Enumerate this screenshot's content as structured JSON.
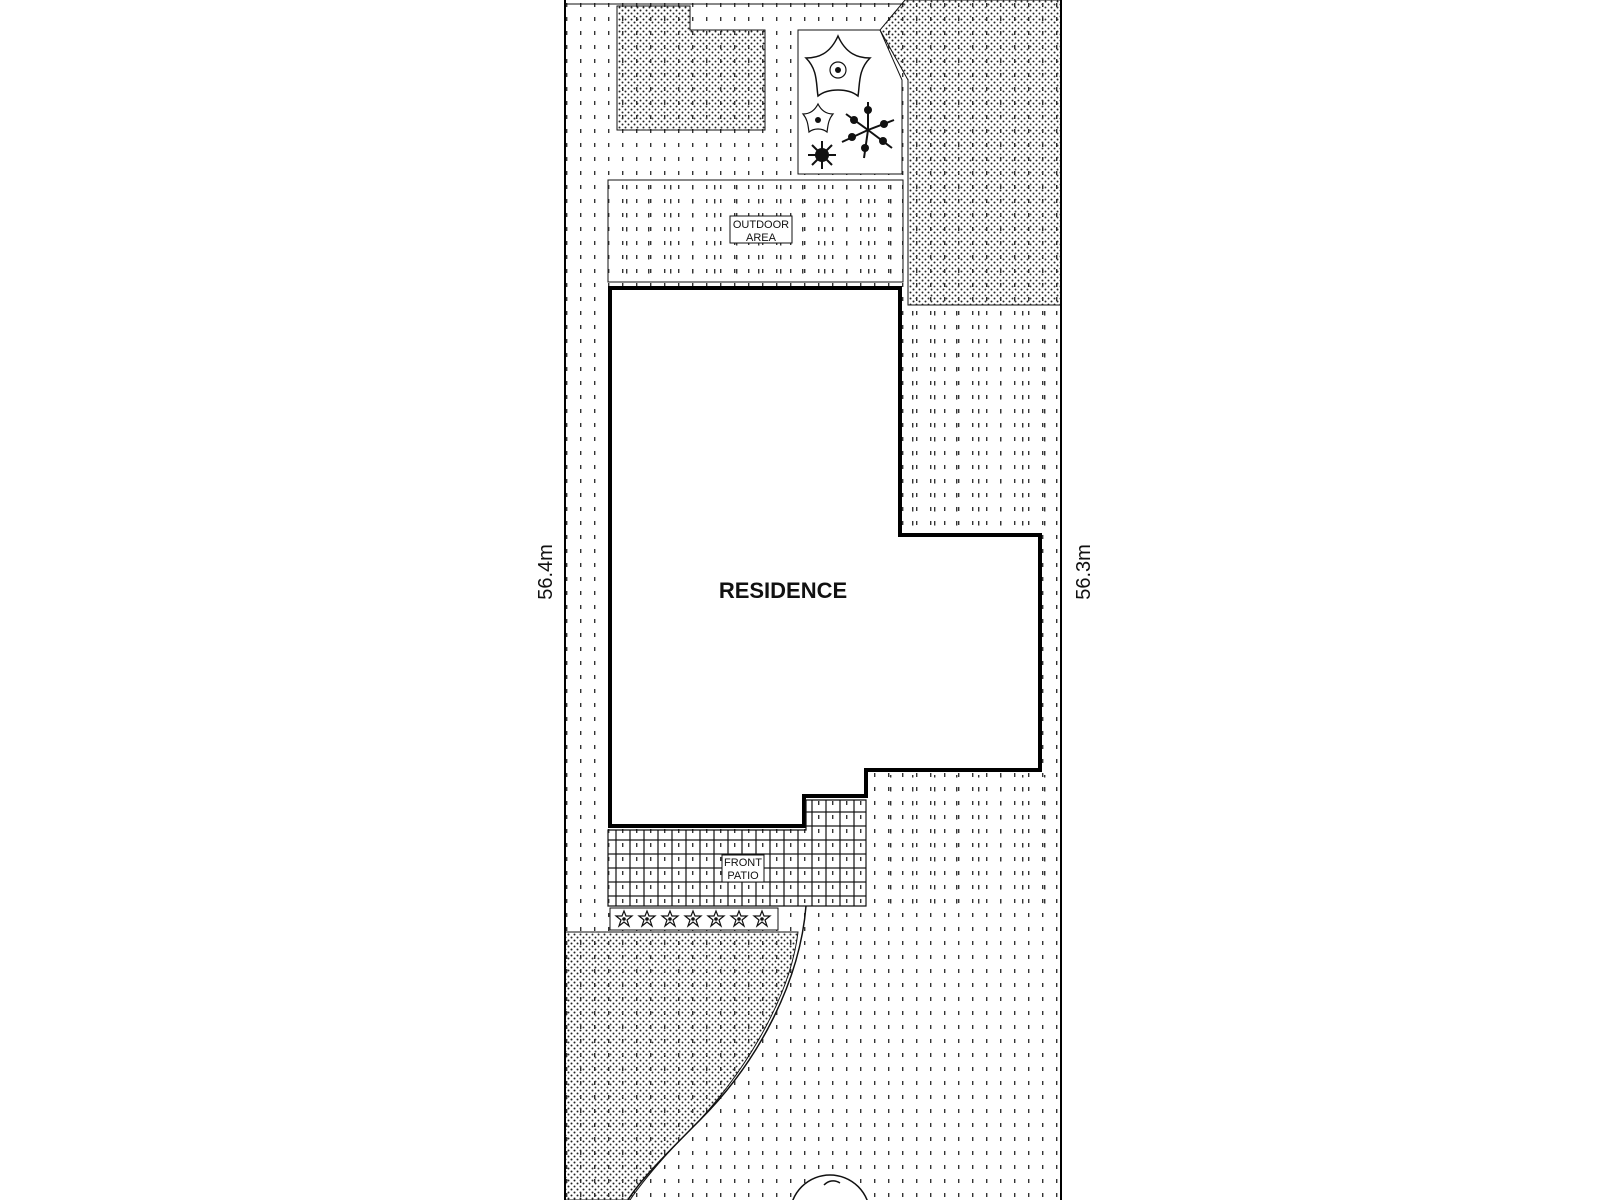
{
  "labels": {
    "residence": "RESIDENCE",
    "outdoor_area_line1": "OUTDOOR",
    "outdoor_area_line2": "AREA",
    "front_patio_line1": "FRONT",
    "front_patio_line2": "PATIO",
    "left_dimension": "56.4m",
    "right_dimension": "56.3m"
  },
  "legend": {
    "hatch_types": [
      "lawn-dashes",
      "dense-dots-planting",
      "grid-paving",
      "plain"
    ]
  },
  "icons": [
    "flower-icon",
    "fern-icon",
    "shrub-icon",
    "compass-icon"
  ]
}
